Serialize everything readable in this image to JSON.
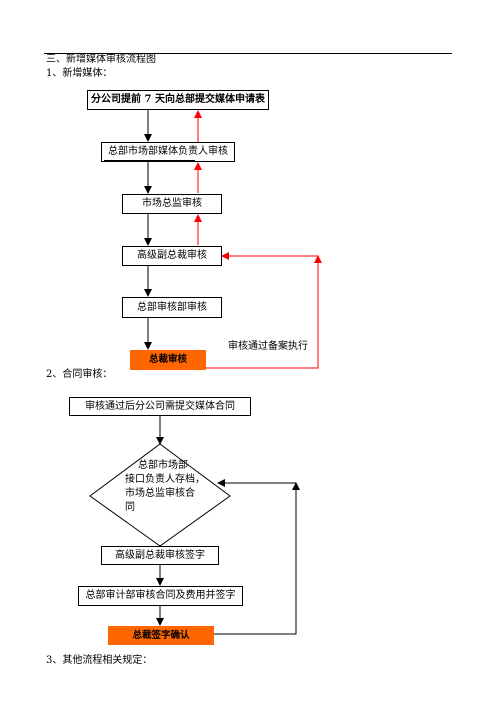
{
  "section_three_title": "三、新增媒体审核流程图",
  "section_media_title": "1、新增媒体：",
  "media_flow": {
    "step1": "分公司提前 7 天向总部提交媒体申请表",
    "step2": "总部市场部媒体负责人审核",
    "step3": "市场总监审核",
    "step4": "高级副总裁审核",
    "step5": "总部审核部审核",
    "step6": "总裁审核",
    "side_note": "审核通过备案执行"
  },
  "section_contract_title": "2、合同审核：",
  "contract_flow": {
    "step1": "审核通过后分公司需提交媒体合同",
    "diamond_lines": [
      "总部市场部",
      "接口负责人存档，",
      "市场总监审核合",
      "同"
    ],
    "step2": "高级副总裁审核签字",
    "step3": "总部审计部审核合同及费用并签字",
    "step4": "总裁签字确认"
  },
  "section_other_title": "3、其他流程相关规定：",
  "colors": {
    "feedback_arrow": "#ff0000",
    "highlight_box": "#ff6600"
  }
}
